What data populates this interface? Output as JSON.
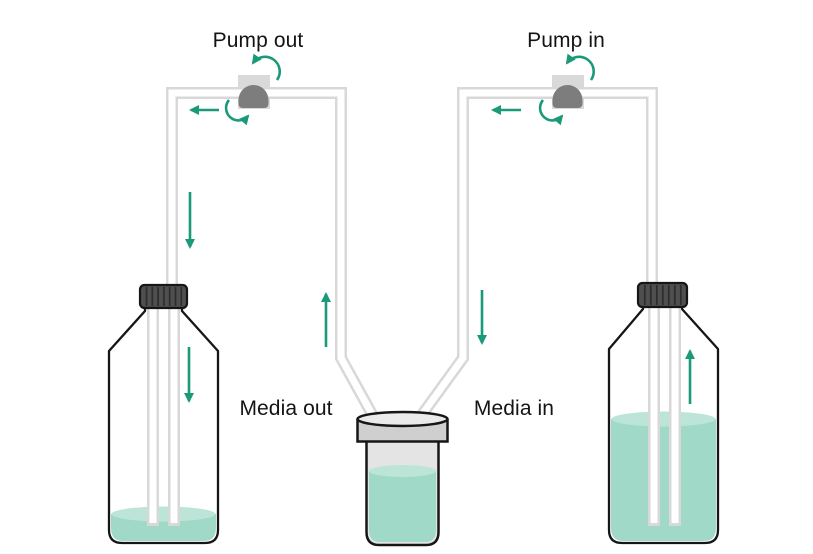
{
  "labels": {
    "pump_out": "Pump out",
    "pump_in": "Pump in",
    "media_out": "Media out",
    "media_in": "Media in"
  },
  "colors": {
    "background": "#ffffff",
    "outline": "#161616",
    "label_text": "#141414",
    "arrow": "#1a9a78",
    "tube": "#d8d8d8",
    "tube_inner": "#ffffff",
    "liquid": "#a1d9c8",
    "liquid_surface": "#bce5d8",
    "bottle_cap": "#4f4f4f",
    "bottle_cap_rib": "#2d2d2d",
    "pump_housing": "#d9d9d9",
    "pump_rotor": "#7d7d7d",
    "vessel_glass": "#e4e4e4",
    "vessel_cap": "#cfcfcf",
    "vessel_cap_top": "#eaeaea"
  }
}
